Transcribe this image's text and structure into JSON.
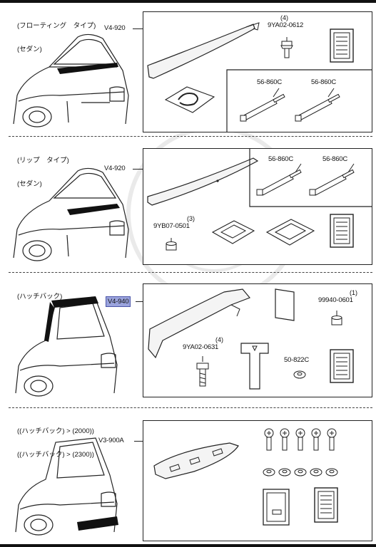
{
  "sections": [
    {
      "title_line1": "(フローティング　タイプ)",
      "title_line2": "(セダン)",
      "main_code": "V4-920",
      "parts": [
        {
          "code": "9YA02-0612",
          "qty": "(4)"
        },
        {
          "code": "56-860C"
        },
        {
          "code": "56-860C"
        }
      ]
    },
    {
      "title_line1": "(リップ　タイプ)",
      "title_line2": "(セダン)",
      "main_code": "V4-920",
      "parts": [
        {
          "code": "56-860C"
        },
        {
          "code": "56-860C"
        },
        {
          "code": "9YB07-0501",
          "qty": "(3)"
        }
      ]
    },
    {
      "title_line1": "(ハッチバック)",
      "main_code": "V4-940",
      "parts": [
        {
          "code": "99940-0601",
          "qty": "(1)"
        },
        {
          "code": "9YA02-0631",
          "qty": "(4)"
        },
        {
          "code": "50-822C"
        }
      ]
    },
    {
      "title_line1": "((ハッチバック) > (2000))",
      "title_line2": "((ハッチバック) > (2300))",
      "main_code": "V3-900A",
      "parts": []
    }
  ],
  "colors": {
    "highlight": "#9aa3dd",
    "line": "#222222"
  }
}
